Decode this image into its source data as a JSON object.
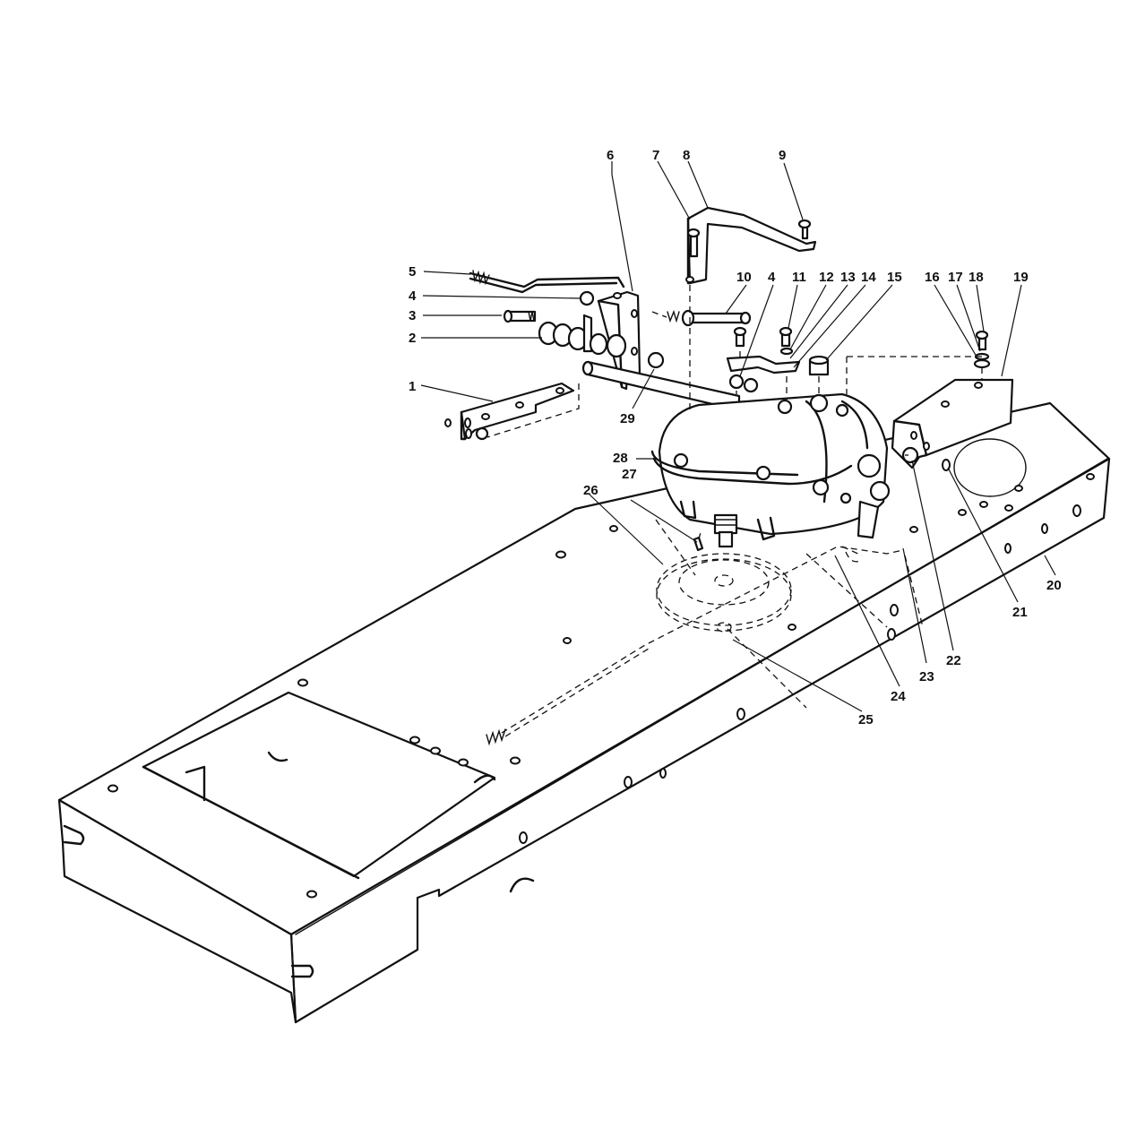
{
  "callouts": [
    "1",
    "2",
    "3",
    "4",
    "5",
    "6",
    "7",
    "8",
    "9",
    "10",
    "4",
    "11",
    "12",
    "13",
    "14",
    "15",
    "16",
    "17",
    "18",
    "19",
    "20",
    "21",
    "22",
    "23",
    "24",
    "25",
    "26",
    "27",
    "28",
    "29"
  ],
  "colors": {
    "ink": "#111111",
    "paper": "#ffffff"
  }
}
